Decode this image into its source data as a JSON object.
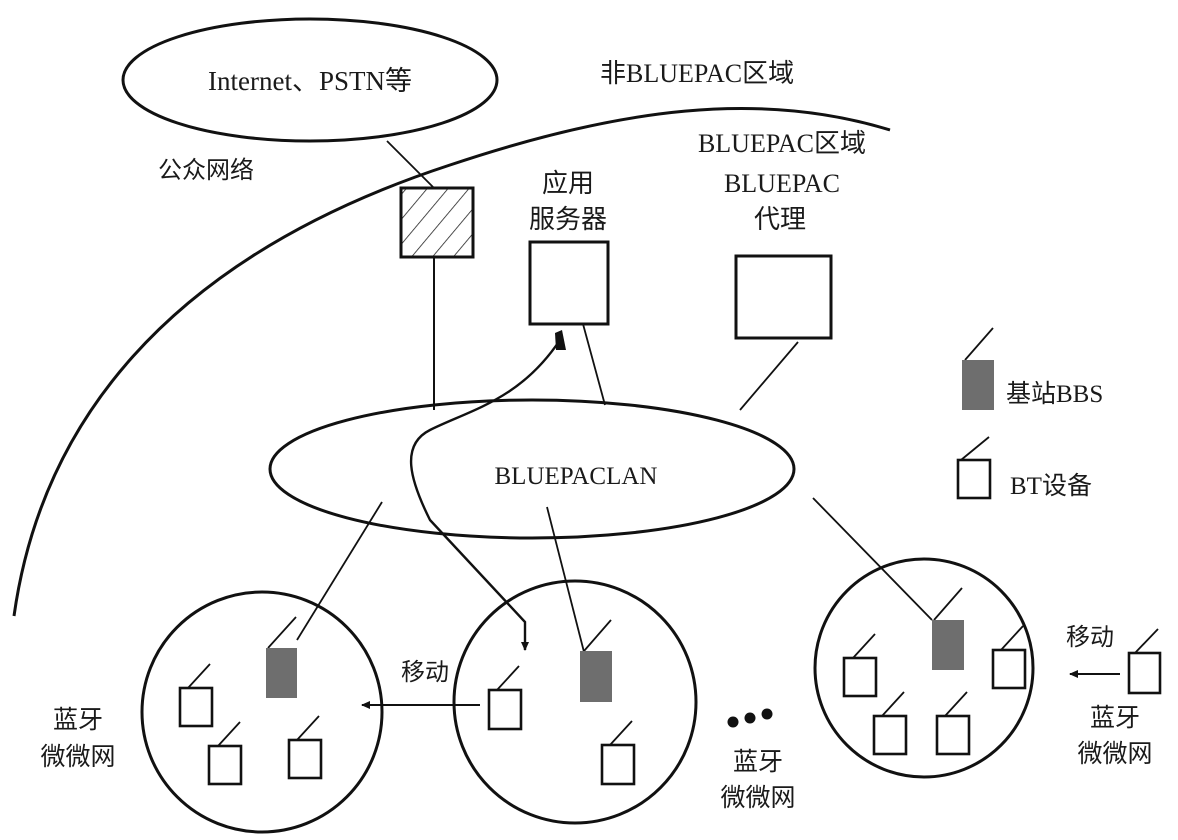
{
  "labels": {
    "public_cloud": "Internet、PSTN等",
    "public_network": "公众网络",
    "non_bluepac_region": "非BLUEPAC区域",
    "app_server_line1": "应用",
    "app_server_line2": "服务器",
    "bluepac_region": "BLUEPAC区域",
    "bluepac_agent_line1": "BLUEPAC",
    "bluepac_agent_line2": "代理",
    "lan": "BLUEPACLAN",
    "piconet_line1": "蓝牙",
    "piconet_line2": "微微网",
    "move": "移动",
    "ellipsis": "•••"
  },
  "legend": {
    "base_station": "基站BBS",
    "bt_device": "BT设备"
  },
  "colors": {
    "base_station_fill": "#6e6e6e",
    "line": "#111111"
  }
}
